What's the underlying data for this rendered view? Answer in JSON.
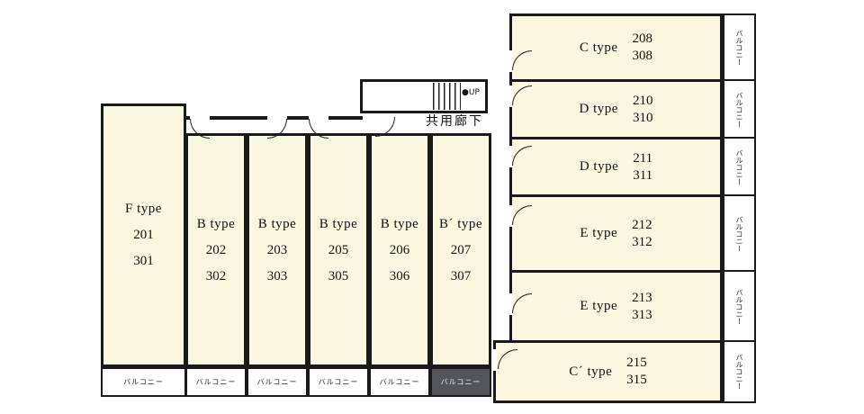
{
  "labels": {
    "corridor": "共用廊下",
    "up": "●UP",
    "balcony": "バルコニー"
  },
  "colors": {
    "room_fill": "#fbf6e0",
    "wall": "#1a1a1a",
    "balcony_dark": "#54555a"
  },
  "left_rooms": [
    {
      "type": "F type",
      "n1": "201",
      "n2": "301"
    },
    {
      "type": "B type",
      "n1": "202",
      "n2": "302"
    },
    {
      "type": "B type",
      "n1": "203",
      "n2": "303"
    },
    {
      "type": "B type",
      "n1": "205",
      "n2": "305"
    },
    {
      "type": "B type",
      "n1": "206",
      "n2": "306"
    },
    {
      "type": "B´ type",
      "n1": "207",
      "n2": "307"
    }
  ],
  "right_rooms": [
    {
      "type": "C type",
      "n1": "208",
      "n2": "308"
    },
    {
      "type": "D type",
      "n1": "210",
      "n2": "310"
    },
    {
      "type": "D type",
      "n1": "211",
      "n2": "311"
    },
    {
      "type": "E type",
      "n1": "212",
      "n2": "312"
    },
    {
      "type": "E type",
      "n1": "213",
      "n2": "313"
    },
    {
      "type": "C´ type",
      "n1": "215",
      "n2": "315"
    }
  ]
}
